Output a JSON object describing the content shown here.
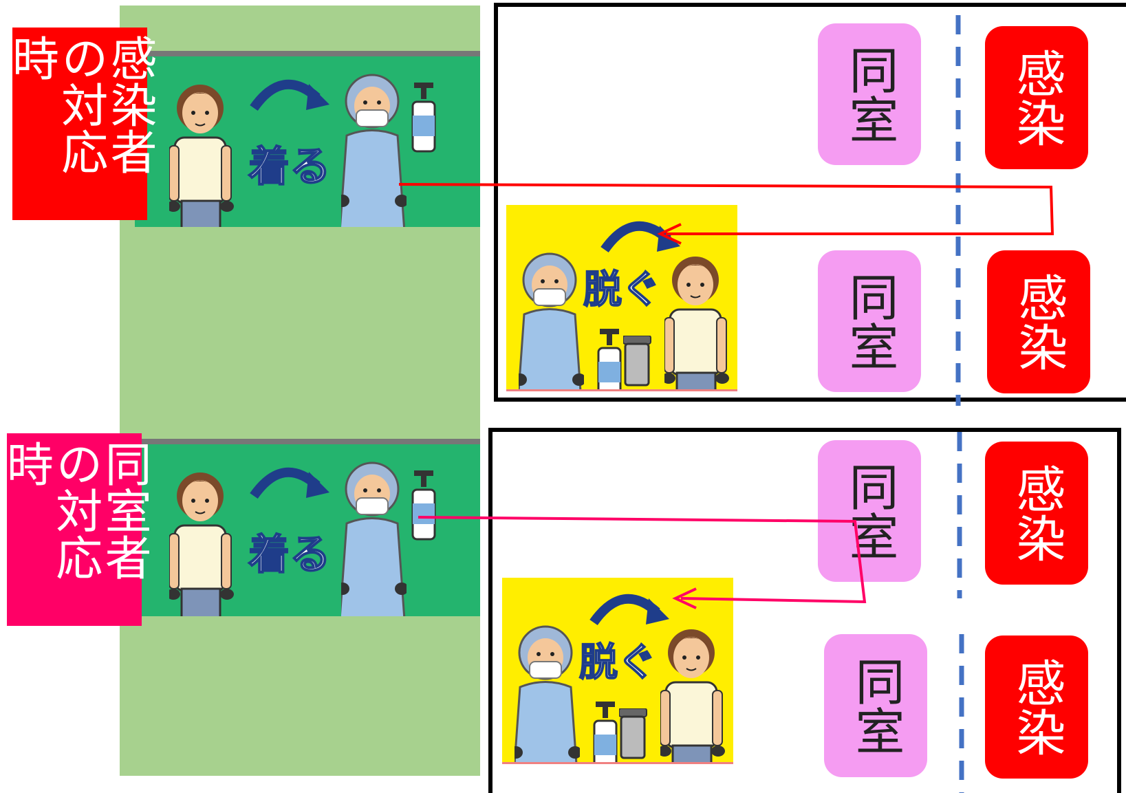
{
  "sections": {
    "infected": {
      "label": "感染者の対応時",
      "label_color": "#ff0000"
    },
    "roommate": {
      "label": "同室者の対応時",
      "label_color": "#ff0066"
    }
  },
  "actions": {
    "don": "着る",
    "doff": "脱ぐ"
  },
  "rooms": {
    "shared": "同室",
    "infected": "感染"
  },
  "colors": {
    "green_panel": "#a7d18e",
    "banner_green": "#24b46e",
    "yellow_panel": "#ffee00",
    "room_pink": "#f59cf2",
    "room_red": "#ff0000",
    "divider_blue": "#4472c4",
    "arrow_red": "#ff0000",
    "arrow_magenta": "#ff0066"
  },
  "icons": [
    "person-icon",
    "ppe-worker-icon",
    "sanitizer-bottle-icon",
    "trash-bin-icon",
    "curved-arrow-icon"
  ]
}
